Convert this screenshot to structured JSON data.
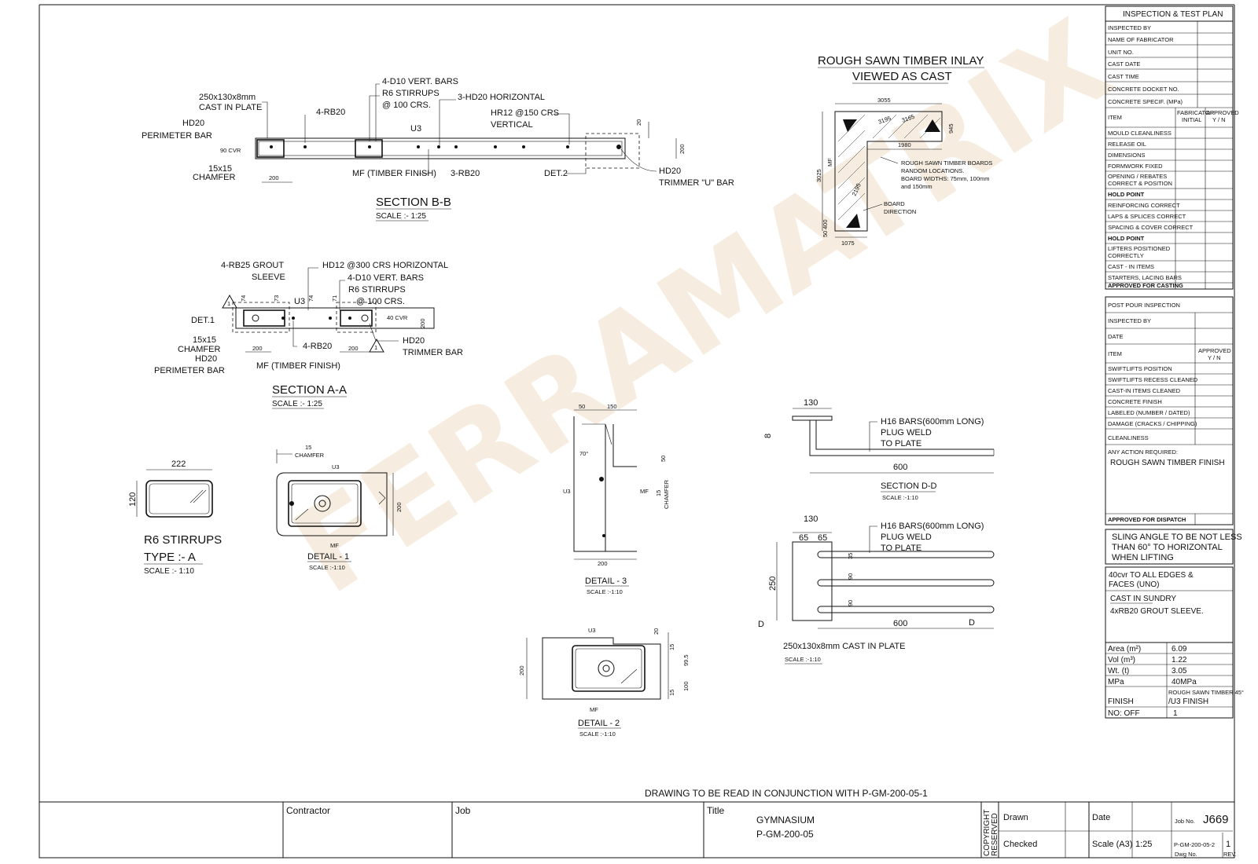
{
  "watermark": "FERRAMATRIX",
  "inlay": {
    "title_1": "ROUGH SAWN TIMBER INLAY",
    "title_2": "VIEWED AS CAST",
    "dims": [
      "3055",
      "1980",
      "945",
      "3025",
      "1075",
      "400",
      "50",
      "3195",
      "3165",
      "2195"
    ],
    "note_1": "ROUGH SAWN TIMBER BOARDS",
    "note_2": "RANDOM LOCATIONS.",
    "note_3": "BOARD WIDTHS: 75mm, 100mm",
    "note_4": "and 150mm",
    "note_5": "BOARD",
    "note_6": "DIRECTION",
    "mf": "MF"
  },
  "section_bb": {
    "title": "SECTION B-B",
    "scale": "SCALE :- 1:25",
    "labels": [
      "250x130x8mm",
      "CAST IN PLATE",
      "HD20",
      "PERIMETER BAR",
      "90 CVR",
      "15x15",
      "CHAMFER",
      "4-RB20",
      "4-D10 VERT. BARS",
      "R6 STIRRUPS",
      "@ 100 CRS.",
      "3-HD20 HORIZONTAL",
      "HR12 @150 CRS",
      "VERTICAL",
      "U3",
      "MF (TIMBER FINISH)",
      "3-RB20",
      "DET.2",
      "HD20",
      "TRIMMER \"U\" BAR"
    ],
    "dims": [
      "200",
      "20",
      "200"
    ]
  },
  "section_aa": {
    "title": "SECTION A-A",
    "scale": "SCALE :- 1:25",
    "labels": [
      "4-RB25 GROUT",
      "SLEEVE",
      "HD12 @300 CRS HORIZONTAL",
      "4-D10 VERT. BARS",
      "R6 STIRRUPS",
      "@ 100 CRS.",
      "U3",
      "DET.1",
      "15x15",
      "CHAMFER",
      "HD20",
      "PERIMETER BAR",
      "4-RB20",
      "MF (TIMBER FINISH)",
      "40 CVR",
      "HD20",
      "TRIMMER BAR",
      "1",
      "1"
    ],
    "dims": [
      "74",
      "73",
      "74",
      "71",
      "200",
      "200",
      "200"
    ]
  },
  "stirrups": {
    "title_1": "R6 STIRRUPS",
    "title_2": "TYPE :- A",
    "scale": "SCALE :- 1:10",
    "dims": [
      "222",
      "120"
    ]
  },
  "detail1": {
    "title": "DETAIL - 1",
    "scale": "SCALE :-1:10",
    "labels": [
      "15",
      "CHAMFER",
      "U3",
      "MF",
      "200"
    ]
  },
  "detail3": {
    "title": "DETAIL - 3",
    "scale": "SCALE :-1:10",
    "labels": [
      "50",
      "150",
      "U3",
      "MF",
      "15",
      "CHAMFER",
      "50",
      "200",
      "70°"
    ]
  },
  "detail2": {
    "title": "DETAIL - 2",
    "scale": "SCALE :-1:10",
    "labels": [
      "U3",
      "20",
      "15",
      "99.5",
      "200",
      "15",
      "100",
      "MF"
    ]
  },
  "section_dd": {
    "title": "SECTION D-D",
    "scale": "SCALE :-1:10",
    "labels": [
      "130",
      "8",
      "H16 BARS(600mm LONG)",
      "PLUG WELD",
      "TO PLATE",
      "600"
    ]
  },
  "plate": {
    "title": "250x130x8mm CAST IN PLATE",
    "scale": "SCALE :-1:10",
    "labels": [
      "130",
      "65",
      "65",
      "H16 BARS(600mm LONG)",
      "PLUG WELD",
      "TO PLATE",
      "35",
      "250",
      "90",
      "90",
      "600",
      "D",
      "D"
    ]
  },
  "itp": {
    "title": "INSPECTION & TEST PLAN",
    "header_rows": [
      "INSPECTED BY",
      "NAME OF FABRICATOR",
      "UNIT NO.",
      "CAST DATE",
      "CAST TIME",
      "CONCRETE DOCKET NO.",
      "CONCRETE SPECIF. (MPa)"
    ],
    "item": "ITEM",
    "fab_initial_1": "FABRICATOR",
    "fab_initial_2": "INITIAL",
    "approved_1": "APPROVED",
    "approved_2": "Y / N",
    "rows": [
      "MOULD CLEANLINESS",
      "RELEASE OIL",
      "DIMENSIONS",
      "FORMWORK FIXED",
      "OPENING / REBATES",
      "CORRECT & POSITION",
      "HOLD POINT",
      "REINFORCING CORRECT",
      "LAPS & SPLICES CORRECT",
      "SPACING & COVER CORRECT",
      "HOLD POINT",
      "LIFTERS POSITIONED",
      "CORRECTLY",
      "CAST - IN ITEMS",
      "STARTERS, LACING BARS",
      "APPROVED FOR CASTING"
    ],
    "post_title": "POST POUR INSPECTION",
    "post_inspected": "INSPECTED BY",
    "post_date": "DATE",
    "post_item": "ITEM",
    "post_approved_1": "APPROVED",
    "post_approved_2": "Y / N",
    "post_rows": [
      "SWIFTLIFTS POSITION",
      "SWIFTLIFTS RECESS CLEANED",
      "CAST-IN ITEMS CLEANED",
      "CONCRETE FINISH",
      "LABELED (NUMBER / DATED)",
      "DAMAGE (CRACKS / CHIPPING)",
      "CLEANLINESS"
    ],
    "action_label": "ANY ACTION REQUIRED:",
    "action_value": "ROUGH SAWN TIMBER FINISH",
    "dispatch": "APPROVED FOR DISPATCH",
    "sling_1": "SLING ANGLE TO BE NOT LESS",
    "sling_2": "THAN 60° TO HORIZONTAL",
    "sling_3": "WHEN LIFTING",
    "cvr_1": "40cvr TO ALL EDGES &",
    "cvr_2": "FACES (UNO)",
    "sundry_title": "CAST IN SUNDRY",
    "sundry_value": "4xRB20 GROUT SLEEVE.",
    "props": [
      {
        "k": "Area (m²)",
        "v": "6.09"
      },
      {
        "k": "Vol (m³)",
        "v": "1.22"
      },
      {
        "k": "Wt. (t)",
        "v": "3.05"
      },
      {
        "k": "MPa",
        "v": "40MPa"
      }
    ],
    "finish_label": "FINISH",
    "finish_value_1": "ROUGH SAWN TIMBER 45°",
    "finish_value_2": "/U3 FINISH",
    "nooff_label": "NO: OFF",
    "nooff_value": "1"
  },
  "conjunction_note": "DRAWING TO BE READ IN CONJUNCTION WITH P-GM-200-05-1",
  "title_block": {
    "contractor": "Contractor",
    "job": "Job",
    "title": "Title",
    "title_value_1": "GYMNASIUM",
    "title_value_2": "P-GM-200-05",
    "copyright_1": "COPYRIGHT",
    "copyright_2": "RESERVED",
    "drawn": "Drawn",
    "checked": "Checked",
    "date": "Date",
    "scale_label": "Scale (A3)",
    "scale_value": "1:25",
    "jobno_label": "Job No.",
    "jobno_value": "J669",
    "dwgno_value": "P-GM-200-05-2",
    "dwgno_label": "Dwg No.",
    "rev_value": "1",
    "rev_label": "REV."
  }
}
